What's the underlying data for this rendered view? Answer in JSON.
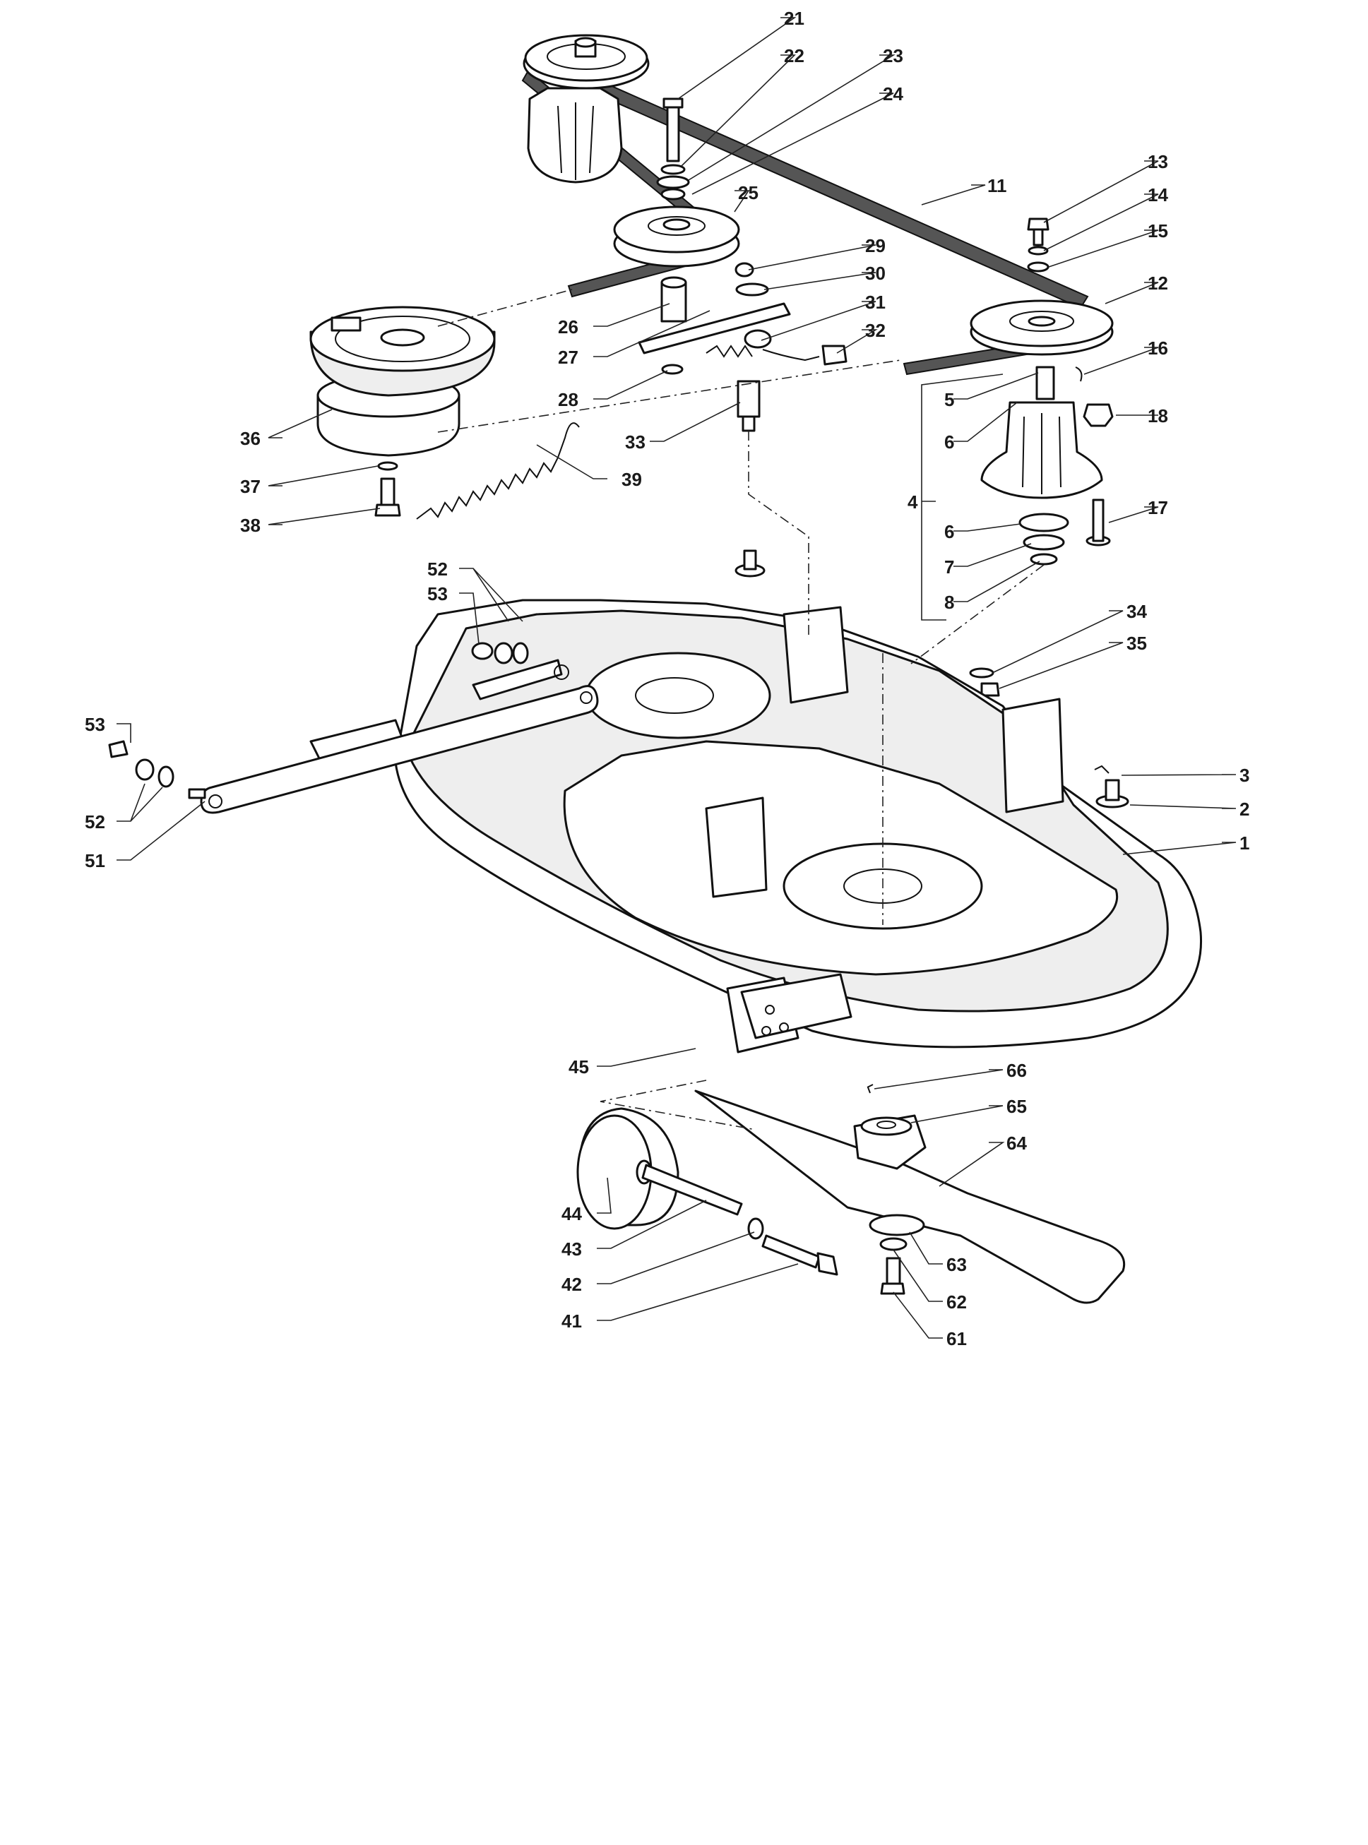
{
  "callouts": [
    {
      "id": "c21",
      "label": "21"
    },
    {
      "id": "c22",
      "label": "22"
    },
    {
      "id": "c23",
      "label": "23"
    },
    {
      "id": "c24",
      "label": "24"
    },
    {
      "id": "c25",
      "label": "25"
    },
    {
      "id": "c11",
      "label": "11"
    },
    {
      "id": "c13",
      "label": "13"
    },
    {
      "id": "c14",
      "label": "14"
    },
    {
      "id": "c15",
      "label": "15"
    },
    {
      "id": "c12",
      "label": "12"
    },
    {
      "id": "c29",
      "label": "29"
    },
    {
      "id": "c30",
      "label": "30"
    },
    {
      "id": "c26",
      "label": "26"
    },
    {
      "id": "c31",
      "label": "31"
    },
    {
      "id": "c32",
      "label": "32"
    },
    {
      "id": "c27",
      "label": "27"
    },
    {
      "id": "c28",
      "label": "28"
    },
    {
      "id": "c16",
      "label": "16"
    },
    {
      "id": "c5",
      "label": "5"
    },
    {
      "id": "c18",
      "label": "18"
    },
    {
      "id": "c36",
      "label": "36"
    },
    {
      "id": "c33",
      "label": "33"
    },
    {
      "id": "c6a",
      "label": "6"
    },
    {
      "id": "c37",
      "label": "37"
    },
    {
      "id": "c39",
      "label": "39"
    },
    {
      "id": "c4",
      "label": "4"
    },
    {
      "id": "c17",
      "label": "17"
    },
    {
      "id": "c38",
      "label": "38"
    },
    {
      "id": "c6b",
      "label": "6"
    },
    {
      "id": "c7",
      "label": "7"
    },
    {
      "id": "c52a",
      "label": "52"
    },
    {
      "id": "c53a",
      "label": "53"
    },
    {
      "id": "c8",
      "label": "8"
    },
    {
      "id": "c34",
      "label": "34"
    },
    {
      "id": "c35",
      "label": "35"
    },
    {
      "id": "c53b",
      "label": "53"
    },
    {
      "id": "c3",
      "label": "3"
    },
    {
      "id": "c2",
      "label": "2"
    },
    {
      "id": "c52b",
      "label": "52"
    },
    {
      "id": "c51",
      "label": "51"
    },
    {
      "id": "c1",
      "label": "1"
    },
    {
      "id": "c45",
      "label": "45"
    },
    {
      "id": "c66",
      "label": "66"
    },
    {
      "id": "c65",
      "label": "65"
    },
    {
      "id": "c64",
      "label": "64"
    },
    {
      "id": "c44",
      "label": "44"
    },
    {
      "id": "c43",
      "label": "43"
    },
    {
      "id": "c63",
      "label": "63"
    },
    {
      "id": "c42",
      "label": "42"
    },
    {
      "id": "c62",
      "label": "62"
    },
    {
      "id": "c41",
      "label": "41"
    },
    {
      "id": "c61",
      "label": "61"
    }
  ]
}
